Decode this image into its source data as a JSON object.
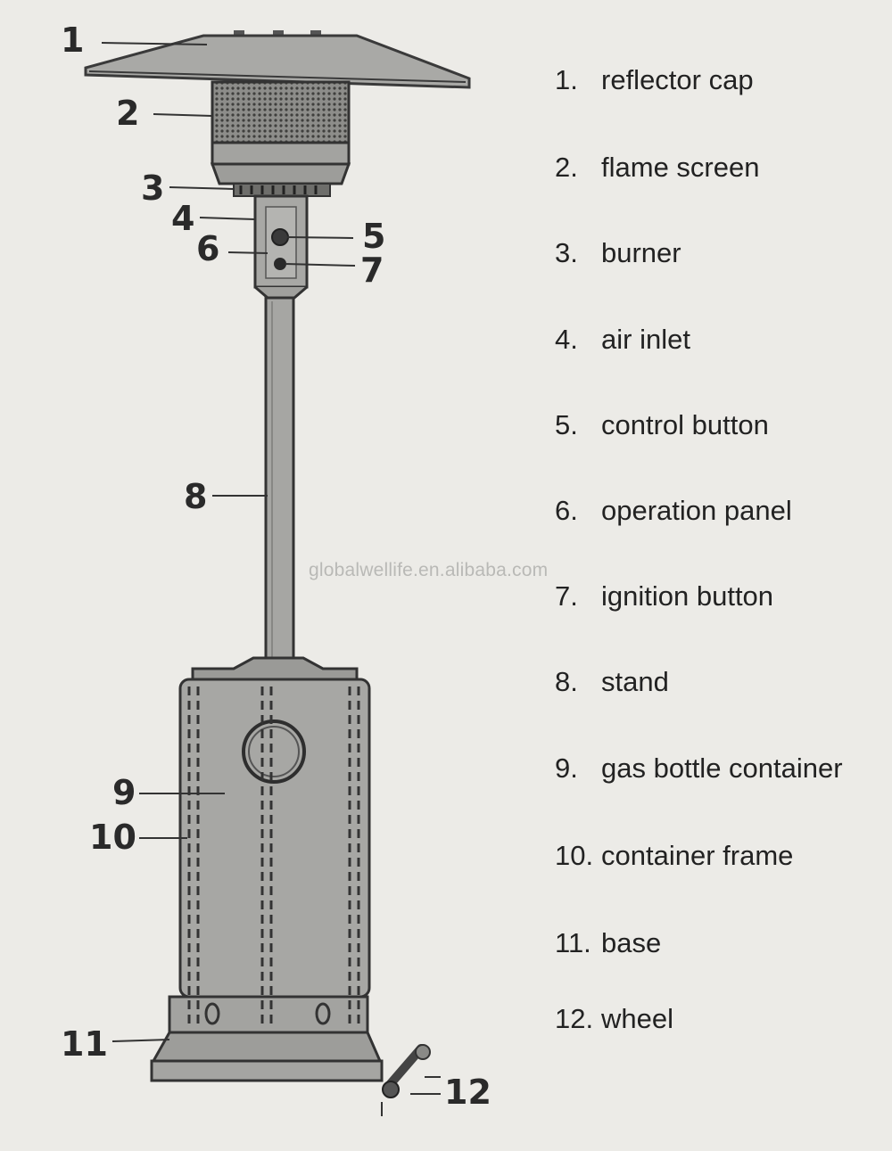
{
  "callouts": [
    "1",
    "2",
    "3",
    "4",
    "5",
    "6",
    "7",
    "8",
    "9",
    "10",
    "11",
    "12"
  ],
  "legend": [
    {
      "num": "1.",
      "label": "reflector cap"
    },
    {
      "num": "2.",
      "label": "flame screen"
    },
    {
      "num": "3.",
      "label": "burner"
    },
    {
      "num": "4.",
      "label": "air inlet"
    },
    {
      "num": "5.",
      "label": "control button"
    },
    {
      "num": "6.",
      "label": "operation panel"
    },
    {
      "num": "7.",
      "label": "ignition button"
    },
    {
      "num": "8.",
      "label": "stand"
    },
    {
      "num": "9.",
      "label": "gas bottle container"
    },
    {
      "num": "10.",
      "label": "container frame"
    },
    {
      "num": "11.",
      "label": "base"
    },
    {
      "num": "12.",
      "label": "wheel"
    }
  ],
  "watermark": "globalwellife.en.alibaba.com"
}
